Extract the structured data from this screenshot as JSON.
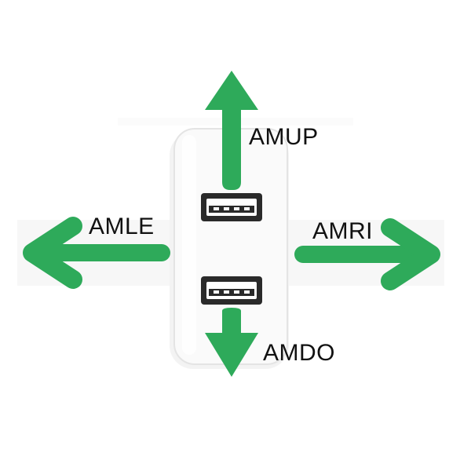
{
  "labels": {
    "up": "AMUP",
    "left": "AMLE",
    "right": "AMRI",
    "down": "AMDO"
  },
  "colors": {
    "arrow": "#2eaa5a",
    "charger_body": "#fafafa",
    "charger_outline": "#e4e4e4",
    "port_frame": "#2a2a2a",
    "port_inner": "#ffffff"
  },
  "icons": {
    "charger": "usb-wall-charger-icon",
    "port": "usb-a-port-icon"
  }
}
